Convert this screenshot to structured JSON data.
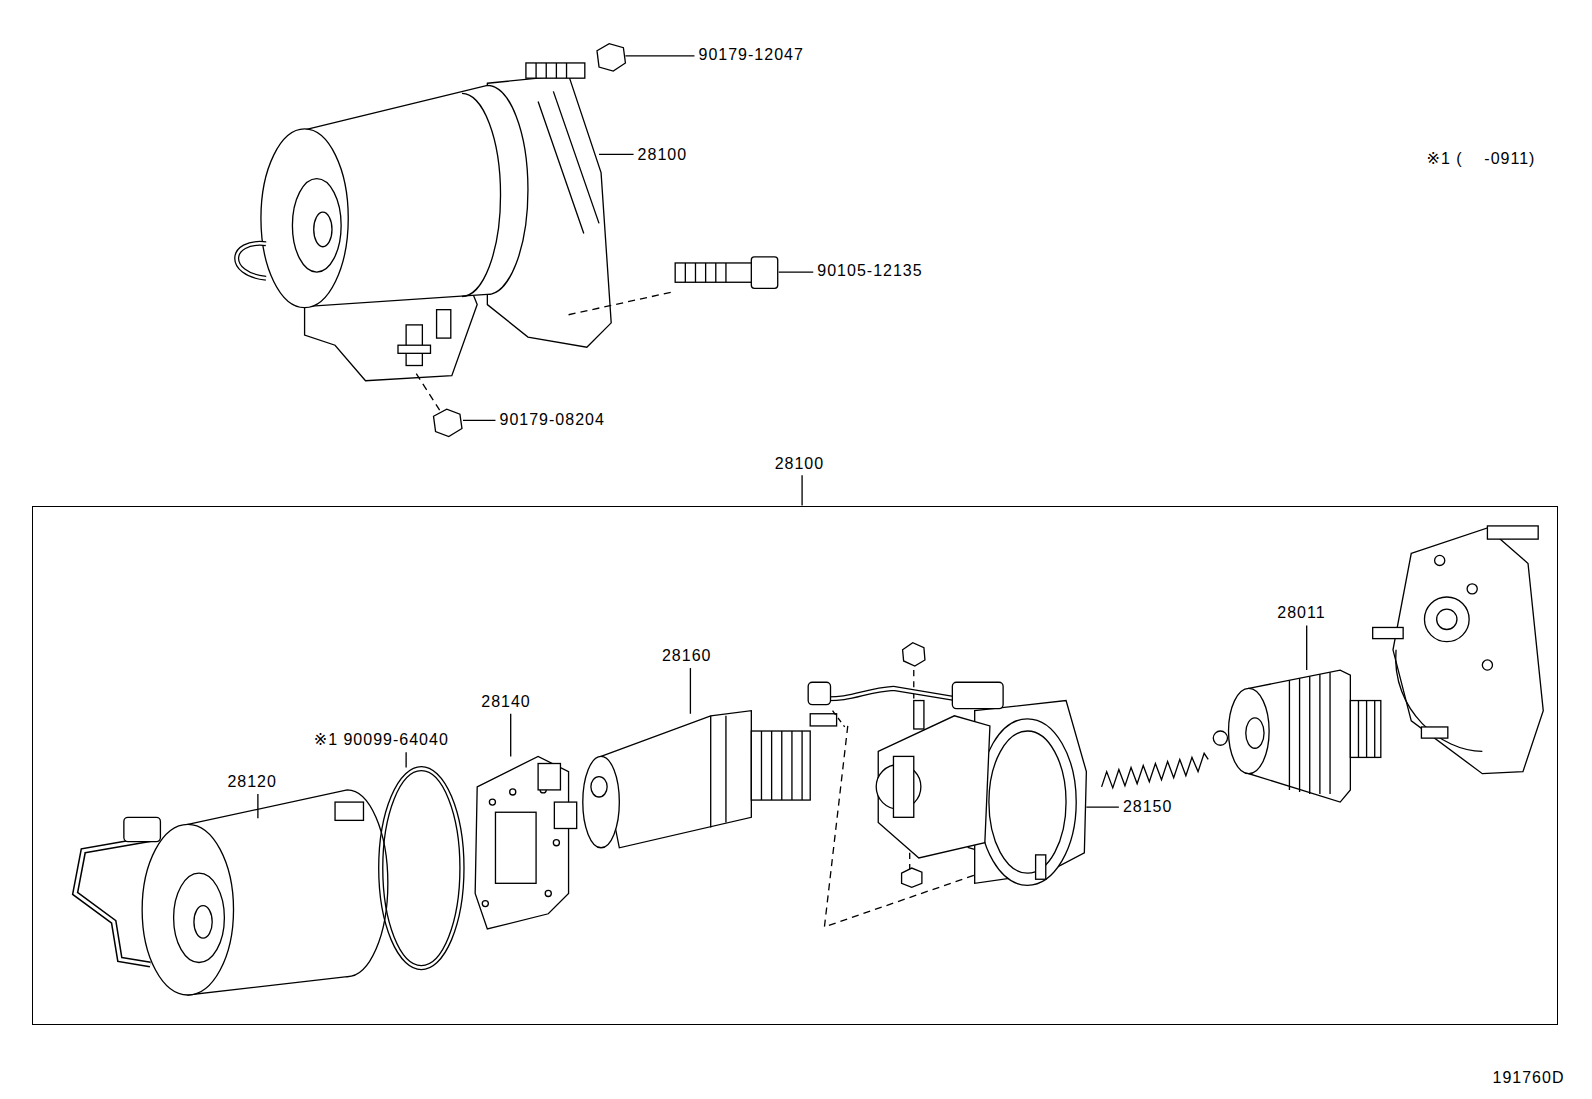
{
  "diagram": {
    "nodes": [
      {
        "text": [
          "28100"
        ]
      }
    ],
    "labels": [
      "90179-12047",
      "28100",
      "90105-12135",
      "90179-08204",
      "※1 (    -0911)",
      "28011",
      "28160",
      "28140",
      "※1 90099-64040",
      "28120",
      "28150",
      "191760D"
    ]
  }
}
